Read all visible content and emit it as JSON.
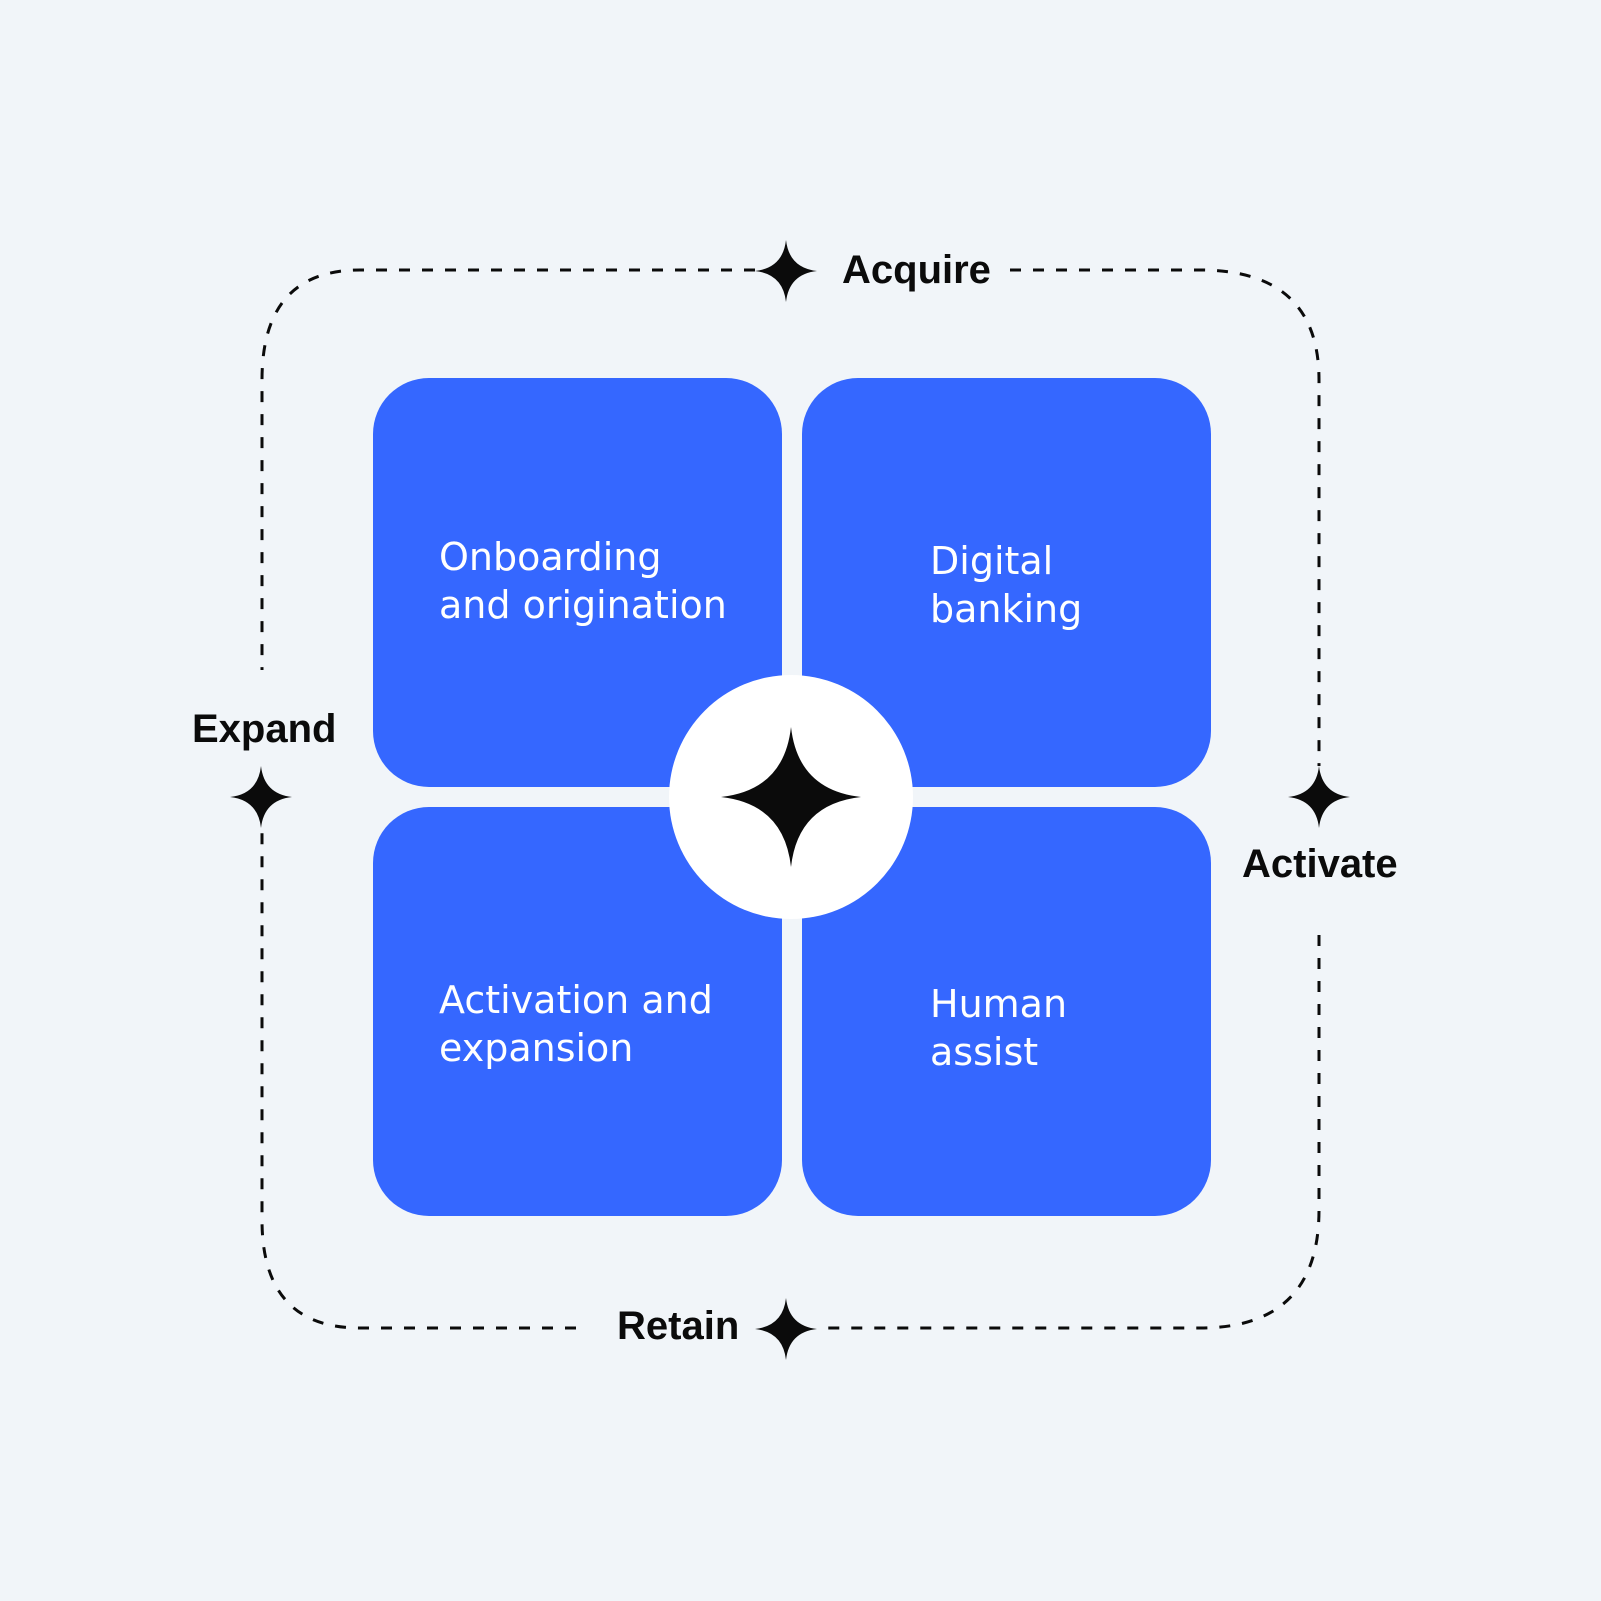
{
  "diagram": {
    "quadrants": [
      {
        "line1": "Onboarding",
        "line2": "and origination"
      },
      {
        "line1": "Digital",
        "line2": "banking"
      },
      {
        "line1": "Activation and",
        "line2": "expansion"
      },
      {
        "line1": "Human",
        "line2": "assist"
      }
    ],
    "stages": {
      "acquire": "Acquire",
      "activate": "Activate",
      "retain": "Retain",
      "expand": "Expand"
    },
    "colors": {
      "background": "#f1f5f9",
      "quadrant": "#3567ff",
      "quadrant_text": "#ffffff",
      "ink": "#0b0b0b",
      "center_disc": "#ffffff"
    },
    "icons": {
      "center": "four-point-star-icon",
      "stage_node": "four-point-star-icon"
    }
  }
}
